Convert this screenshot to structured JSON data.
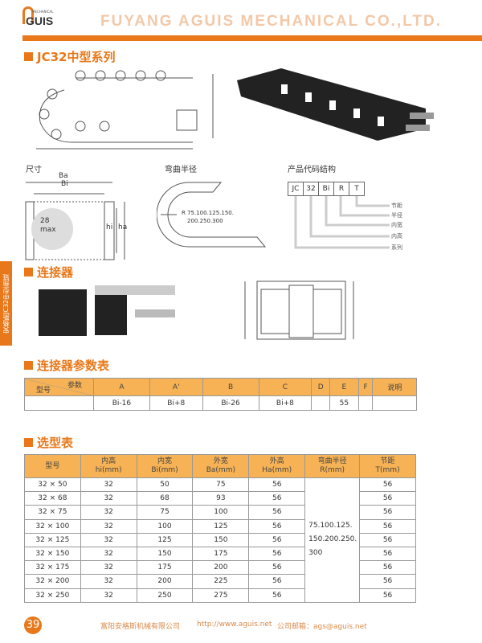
{
  "header": {
    "logo_small": "MECHANICAL",
    "logo_big": "GUIS",
    "company": "FUYANG AGUIS MECHANICAL CO.,LTD."
  },
  "side_tab": "安格斯JC32中型拖链",
  "sections": {
    "series": "JC32中型系列",
    "connector": "连接器",
    "connector_params": "连接器参数表",
    "selection": "选型表"
  },
  "diagrams": {
    "size": "尺寸",
    "ba": "Ba",
    "bi": "Bi",
    "max": "28",
    "max2": "max",
    "hi": "hi",
    "ha": "ha",
    "bend_radius": "弯曲半径",
    "radius_text": "R 75.100.125.150.",
    "radius_text2": "200.250.300",
    "code_structure": "产品代码结构",
    "codes": [
      "JC",
      "32",
      "Bi",
      "R",
      "T"
    ],
    "code_labels": [
      "节距",
      "半径",
      "内宽",
      "内高",
      "系列"
    ]
  },
  "connector_table": {
    "corner_top": "参数",
    "corner_bottom": "型号",
    "headers": [
      "A",
      "A'",
      "B",
      "C",
      "D",
      "E",
      "F",
      "说明"
    ],
    "row": [
      "",
      "Bi-16",
      "Bi+8",
      "Bi-26",
      "Bi+8",
      "",
      "55",
      "",
      ""
    ]
  },
  "selection_table": {
    "headers": [
      [
        "型号",
        ""
      ],
      [
        "内高",
        "hi(mm)"
      ],
      [
        "内宽",
        "Bi(mm)"
      ],
      [
        "外宽",
        "Ba(mm)"
      ],
      [
        "外高",
        "Ha(mm)"
      ],
      [
        "弯曲半径",
        "R(mm)"
      ],
      [
        "节距",
        "T(mm)"
      ]
    ],
    "rows": [
      [
        "32 × 50",
        "32",
        "50",
        "75",
        "56",
        "56"
      ],
      [
        "32 × 68",
        "32",
        "68",
        "93",
        "56",
        "56"
      ],
      [
        "32 × 75",
        "32",
        "75",
        "100",
        "56",
        "56"
      ],
      [
        "32 × 100",
        "32",
        "100",
        "125",
        "56",
        "56"
      ],
      [
        "32 × 125",
        "32",
        "125",
        "150",
        "56",
        "56"
      ],
      [
        "32 × 150",
        "32",
        "150",
        "175",
        "56",
        "56"
      ],
      [
        "32 × 175",
        "32",
        "175",
        "200",
        "56",
        "56"
      ],
      [
        "32 × 200",
        "32",
        "200",
        "225",
        "56",
        "56"
      ],
      [
        "32 × 250",
        "32",
        "250",
        "275",
        "56",
        "56"
      ]
    ],
    "radius_lines": [
      "75.100.125.",
      "150.200.250.",
      "300"
    ]
  },
  "footer": {
    "page": "39",
    "company": "富阳安格斯机械有限公司",
    "url": "http://www.aguis.net",
    "email": "公司邮箱：ags@aguis.net"
  }
}
